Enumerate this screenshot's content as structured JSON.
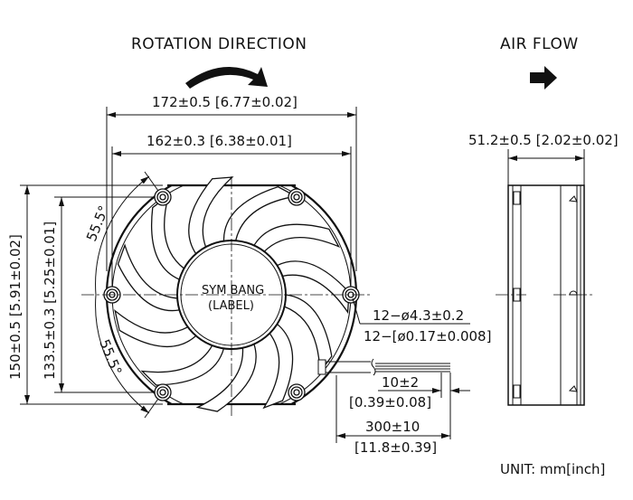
{
  "headings": {
    "rotation": "ROTATION DIRECTION",
    "airflow": "AIR FLOW"
  },
  "dimensions": {
    "overall_width": "172±0.5 [6.77±0.02]",
    "hole_spacing_width": "162±0.3 [6.38±0.01]",
    "overall_height": "150±0.5 [5.91±0.02]",
    "hole_spacing_height": "133.5±0.3 [5.25±0.01]",
    "angle_top": "55.5°",
    "angle_bottom": "55.5°",
    "depth": "51.2±0.5 [2.02±0.02]",
    "holes_mm": "12−ø4.3±0.2",
    "holes_inch": "12−[ø0.17±0.008]",
    "strip_mm": "10±2",
    "strip_inch": "[0.39±0.08]",
    "lead_mm": "300±10",
    "lead_inch": "[11.8±0.39]"
  },
  "label": {
    "line1": "SYM BANG",
    "line2": "(LABEL)"
  },
  "unit": "UNIT: mm[inch]"
}
